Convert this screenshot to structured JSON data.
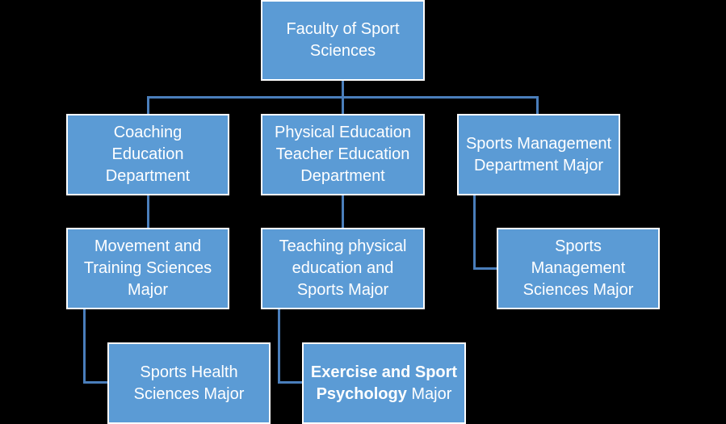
{
  "colors": {
    "background": "#000000",
    "box_fill": "#5B9BD5",
    "box_border": "#FFFFFF",
    "connector": "#4A7EBB",
    "text": "#FFFFFF"
  },
  "root": {
    "label": "Faculty of Sport Sciences"
  },
  "departments": [
    {
      "label": "Coaching Education Department"
    },
    {
      "label": "Physical Education Teacher Education Department"
    },
    {
      "label": "Sports Management Department Major"
    }
  ],
  "majors": {
    "coaching": [
      {
        "label": "Movement and Training Sciences Major"
      },
      {
        "label": "Sports Health Sciences Major"
      }
    ],
    "pe_teacher": [
      {
        "label": "Teaching physical education and Sports Major"
      },
      {
        "label_bold": "Exercise and Sport Psychology",
        "label_regular": " Major"
      }
    ],
    "sports_management": [
      {
        "label": "Sports Management Sciences Major"
      }
    ]
  }
}
